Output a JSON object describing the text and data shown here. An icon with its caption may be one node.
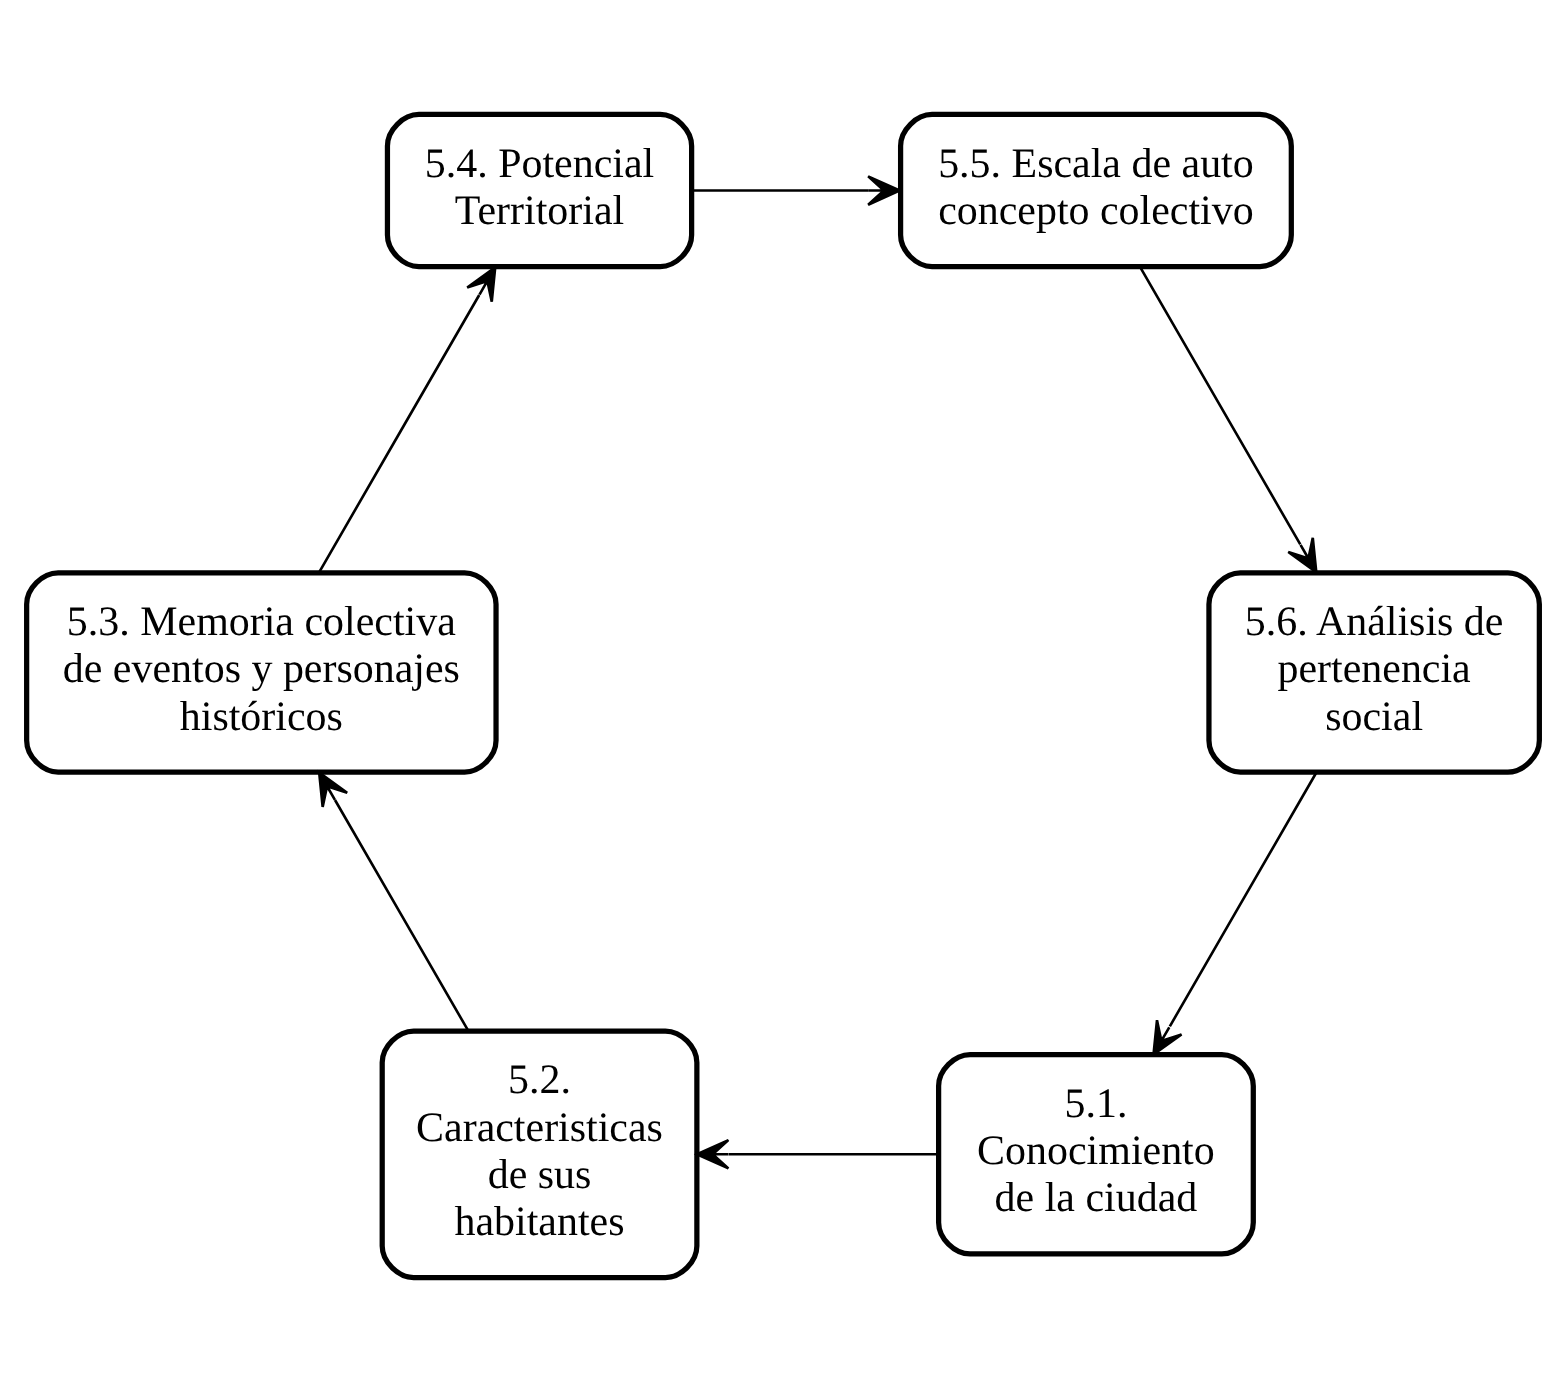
{
  "diagram": {
    "nodes": [
      {
        "text": [
          "5.1. Conocimiento de la ciudad"
        ]
      },
      {
        "text": [
          "5.2. Caracteristicas de sus habitantes"
        ]
      },
      {
        "text": [
          "5.3. Memoria colectiva de eventos y personajes históricos"
        ]
      },
      {
        "text": [
          "5.4. Potencial Territorial"
        ]
      },
      {
        "text": [
          "5.5. Escala de auto concepto colectivo"
        ]
      },
      {
        "text": [
          "5.6. Análisis de pertenencia social"
        ]
      }
    ],
    "edges": [
      {
        "from": 0,
        "to": 1,
        "arrow": "to"
      },
      {
        "from": 1,
        "to": 2,
        "arrow": "to"
      },
      {
        "from": 2,
        "to": 3,
        "arrow": "to"
      },
      {
        "from": 3,
        "to": 4,
        "arrow": "to"
      },
      {
        "from": 4,
        "to": 5,
        "arrow": "to"
      },
      {
        "from": 5,
        "to": 0,
        "arrow": "to"
      }
    ]
  }
}
